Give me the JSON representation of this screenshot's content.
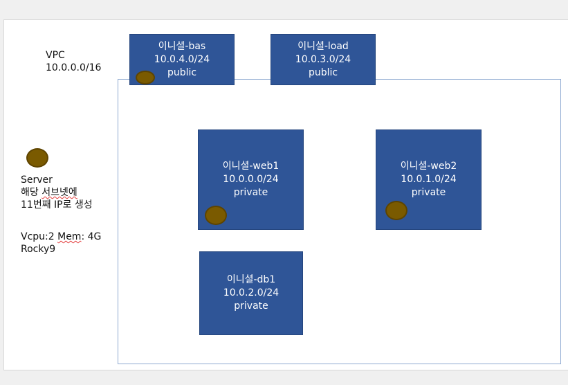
{
  "vpc": {
    "title": "VPC",
    "cidr": "10.0.0.0/16"
  },
  "subnets": [
    {
      "name": "이니셜-bas",
      "cidr": "10.0.4.0/24",
      "type": "public"
    },
    {
      "name": "이니셜-load",
      "cidr": "10.0.3.0/24",
      "type": "public"
    },
    {
      "name": "이니셜-web1",
      "cidr": "10.0.0.0/24",
      "type": "private"
    },
    {
      "name": "이니셜-web2",
      "cidr": "10.0.1.0/24",
      "type": "private"
    },
    {
      "name": "이니셜-db1",
      "cidr": "10.0.2.0/24",
      "type": "private"
    }
  ],
  "legend": {
    "server_label": "Server",
    "line1_a": "해당 ",
    "line1_b": "서브넷에",
    "line2": "11번째 IP로 생성",
    "spec_a": "Vcpu:2 ",
    "spec_b": "Mem",
    "spec_c": ": 4G",
    "os": "Rocky9"
  },
  "colors": {
    "subnet_fill": "#2f5597",
    "server_fill": "#7a5a00",
    "vpc_border": "#8ea9d1"
  }
}
